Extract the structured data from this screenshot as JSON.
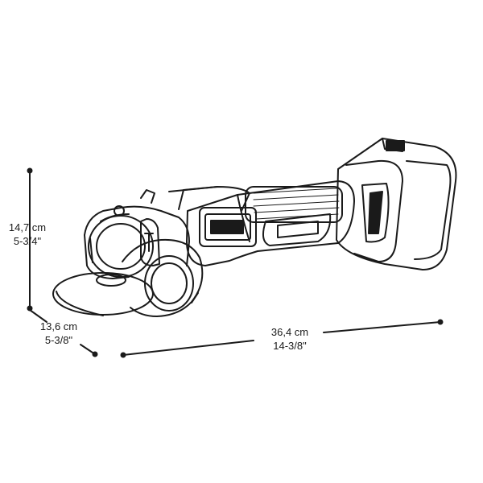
{
  "dimensions": {
    "height": {
      "metric": "14,7 cm",
      "imperial": "5-3/4\""
    },
    "depth": {
      "metric": "13,6 cm",
      "imperial": "5-3/8\""
    },
    "length": {
      "metric": "36,4 cm",
      "imperial": "14-3/8\""
    }
  },
  "product": {
    "illustration": "angle-grinder-line-drawing"
  },
  "colors": {
    "line": "#1a1a1a",
    "background": "#ffffff"
  }
}
